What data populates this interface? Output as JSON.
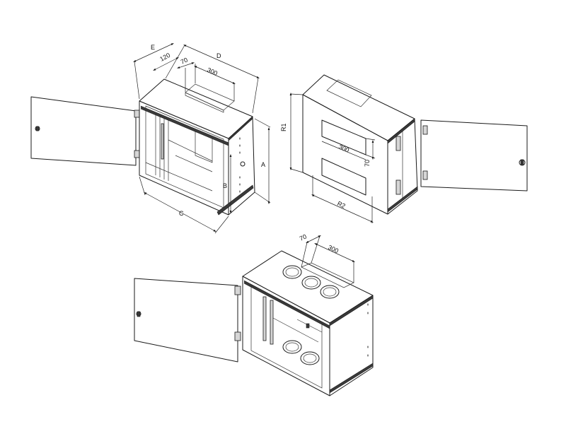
{
  "views": {
    "front_left": {
      "labels": {
        "E": "E",
        "D": "D",
        "d120": "120",
        "d70": "70",
        "d300": "300",
        "A": "A",
        "B": "B",
        "C": "C"
      }
    },
    "rear_right": {
      "labels": {
        "R1": "R1",
        "R2": "R2",
        "d300": "300",
        "d70": "70"
      }
    },
    "bottom_view": {
      "labels": {
        "d70": "70",
        "d300": "300"
      }
    }
  },
  "colors": {
    "line": "#1a1a1a",
    "background": "#ffffff",
    "shade": "#d6d6d6"
  }
}
